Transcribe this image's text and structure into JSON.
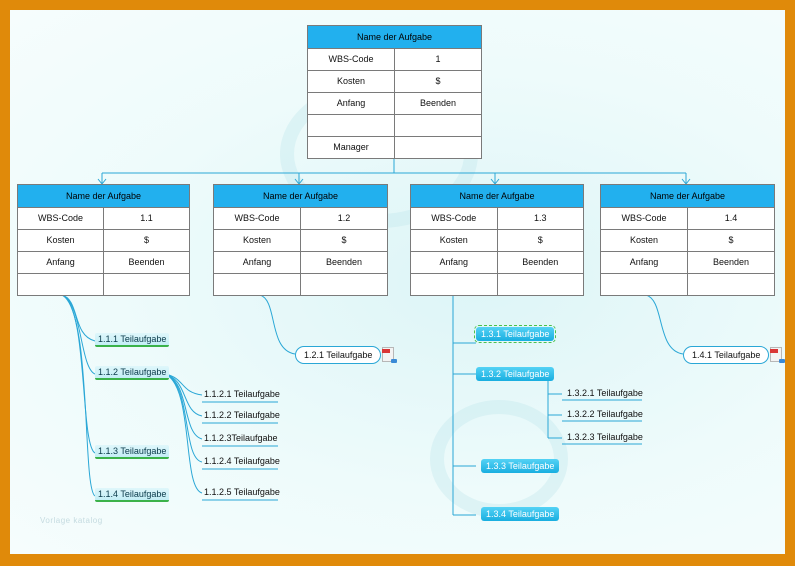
{
  "root": {
    "header": "Name der Aufgabe",
    "rows": [
      [
        "WBS-Code",
        "1"
      ],
      [
        "Kosten",
        "$"
      ],
      [
        "Anfang",
        "Beenden"
      ],
      [
        "",
        ""
      ],
      [
        "Manager",
        ""
      ]
    ]
  },
  "children": [
    {
      "header": "Name der Aufgabe",
      "rows": [
        [
          "WBS-Code",
          "1.1"
        ],
        [
          "Kosten",
          "$"
        ],
        [
          "Anfang",
          "Beenden"
        ],
        [
          "",
          ""
        ]
      ]
    },
    {
      "header": "Name der Aufgabe",
      "rows": [
        [
          "WBS-Code",
          "1.2"
        ],
        [
          "Kosten",
          "$"
        ],
        [
          "Anfang",
          "Beenden"
        ],
        [
          "",
          ""
        ]
      ]
    },
    {
      "header": "Name der Aufgabe",
      "rows": [
        [
          "WBS-Code",
          "1.3"
        ],
        [
          "Kosten",
          "$"
        ],
        [
          "Anfang",
          "Beenden"
        ],
        [
          "",
          ""
        ]
      ]
    },
    {
      "header": "Name der Aufgabe",
      "rows": [
        [
          "WBS-Code",
          "1.4"
        ],
        [
          "Kosten",
          "$"
        ],
        [
          "Anfang",
          "Beenden"
        ],
        [
          "",
          ""
        ]
      ]
    }
  ],
  "branch_1_1": {
    "tasks": [
      "1.1.1 Teilaufgabe",
      "1.1.2 Teilaufgabe",
      "1.1.3 Teilaufgabe",
      "1.1.4 Teilaufgabe"
    ],
    "subtasks_1_1_2": [
      "1.1.2.1 Teilaufgabe",
      "1.1.2.2 Teilaufgabe",
      "1.1.2.3Teilaufgabe",
      "1.1.2.4 Teilaufgabe",
      "1.1.2.5 Teilaufgabe"
    ]
  },
  "branch_1_2": {
    "tasks": [
      "1.2.1 Teilaufgabe"
    ]
  },
  "branch_1_3": {
    "tasks": [
      "1.3.1 Teilaufgabe",
      "1.3.2 Teilaufgabe",
      "1.3.3 Teilaufgabe",
      "1.3.4 Teilaufgabe"
    ],
    "subtasks_1_3_2": [
      "1.3.2.1 Teilaufgabe",
      "1.3.2.2 Teilaufgabe",
      "1.3.2.3 Teilaufgabe"
    ]
  },
  "branch_1_4": {
    "tasks": [
      "1.4.1 Teilaufgabe"
    ]
  },
  "watermark": "Vorlage katalog",
  "colors": {
    "frame": "#e08a0a",
    "header": "#22b0ee",
    "connector": "#2aa7d6",
    "underline": "#3bb24a"
  }
}
